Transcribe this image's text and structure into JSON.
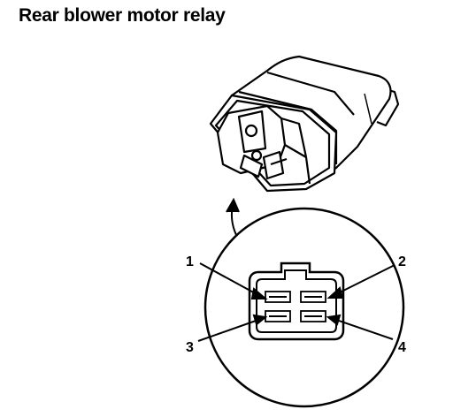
{
  "title": "Rear blower motor relay",
  "pin_labels": [
    "1",
    "2",
    "3",
    "4"
  ]
}
